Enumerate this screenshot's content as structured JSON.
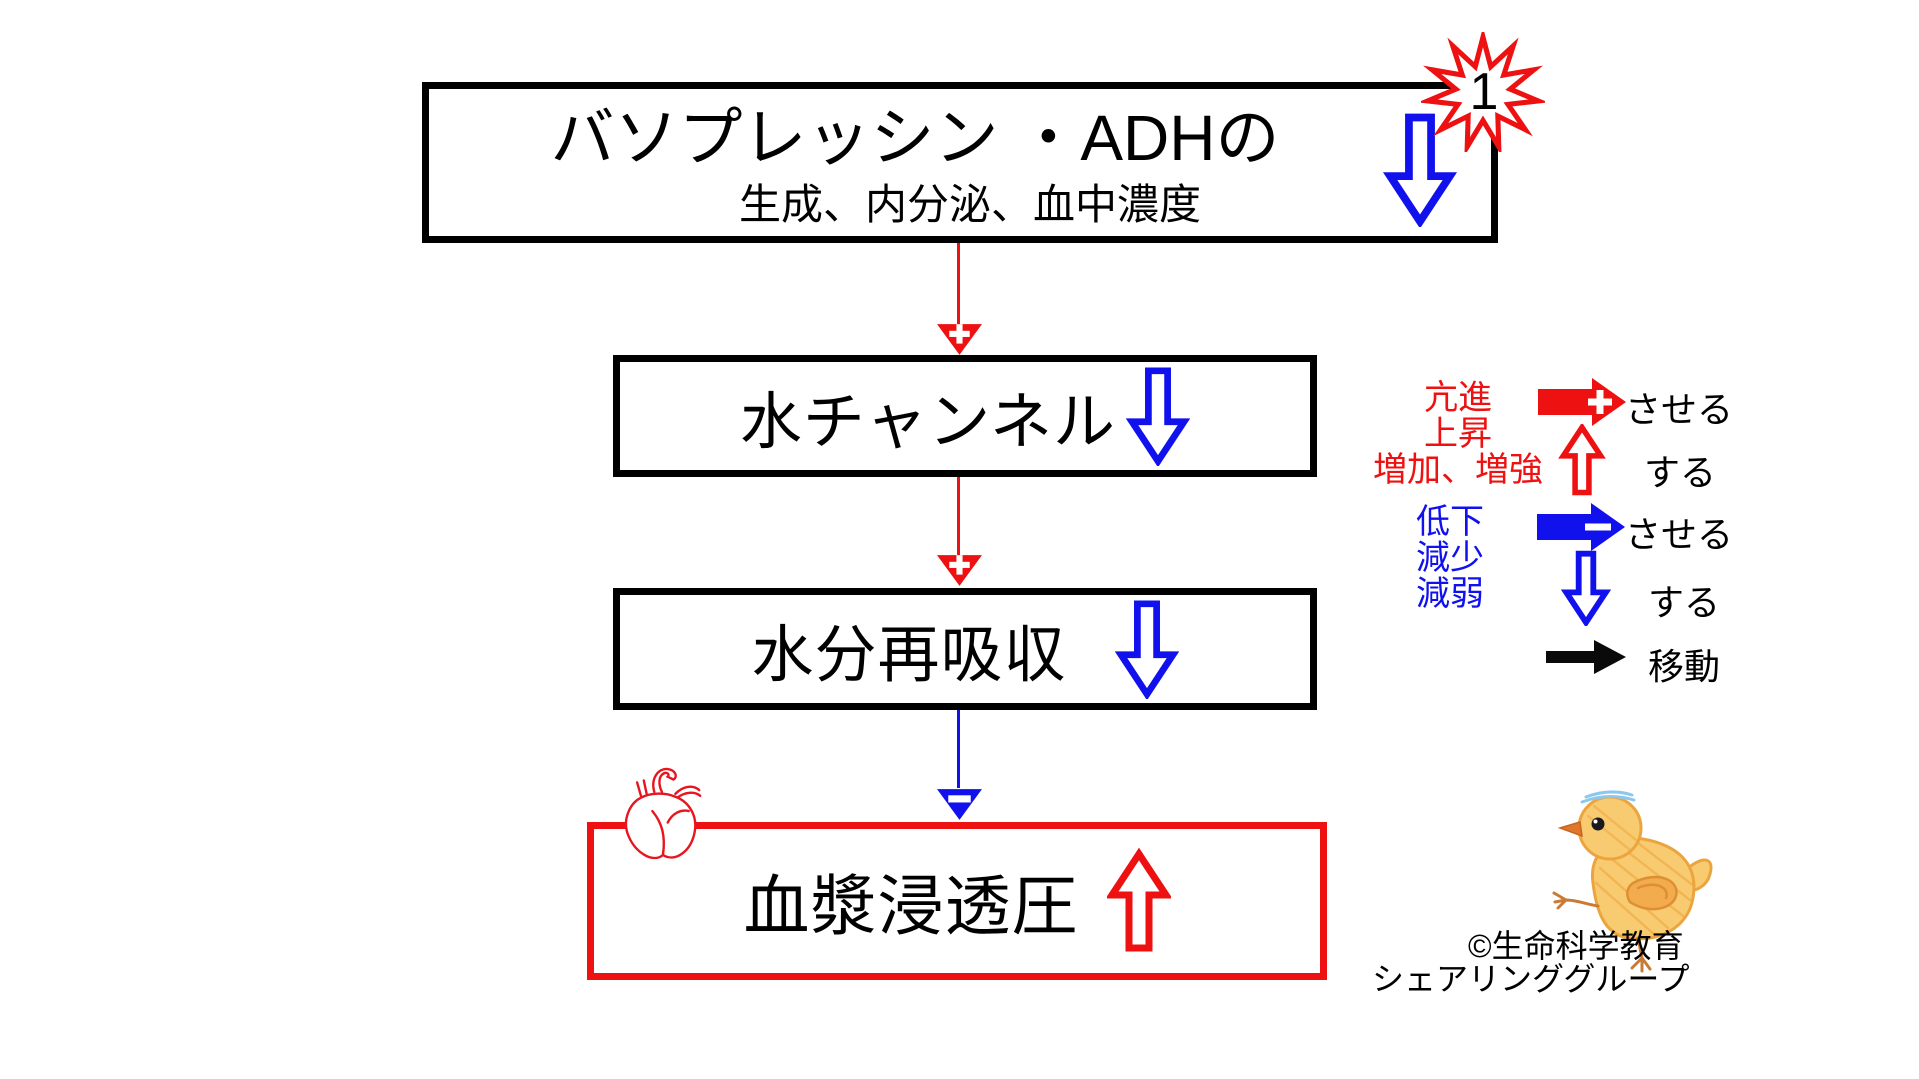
{
  "flow": {
    "box1": {
      "title": "バソプレッシン ・ADHの",
      "subtitle": "生成、内分泌、血中濃度"
    },
    "badge": {
      "number": "1"
    },
    "box2": {
      "label": "水チャンネル"
    },
    "box3": {
      "label": "水分再吸収"
    },
    "box4": {
      "label": "血漿浸透圧"
    }
  },
  "legend": {
    "increase": {
      "terms": [
        "亢進",
        "上昇",
        "増加、増強"
      ],
      "cause_label": "させる",
      "do_label": "する"
    },
    "decrease": {
      "terms": [
        "低下",
        "減少",
        "減弱"
      ],
      "cause_label": "させる",
      "do_label": "する"
    },
    "move": {
      "label": "移動"
    }
  },
  "credit": {
    "line1": "©生命科学教育",
    "line2": "シェアリンググループ"
  },
  "colors": {
    "red": "#ee1111",
    "blue": "#1111ee",
    "black": "#000000",
    "chick_body": "#f9cb70",
    "chick_outline": "#eca53e"
  }
}
